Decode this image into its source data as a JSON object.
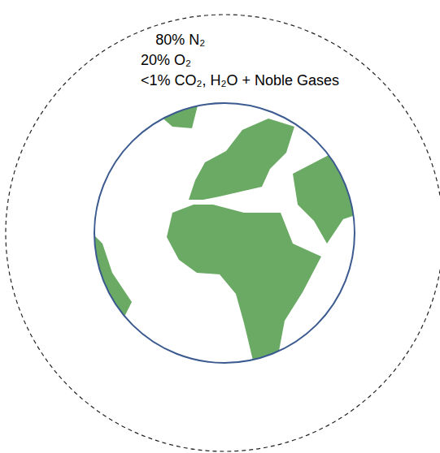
{
  "diagram": {
    "nodes": [
      {
        "text": [
          "80% N₂",
          "20% O₂",
          "<1% CO₂, H₂O + Noble Gases"
        ]
      }
    ]
  }
}
